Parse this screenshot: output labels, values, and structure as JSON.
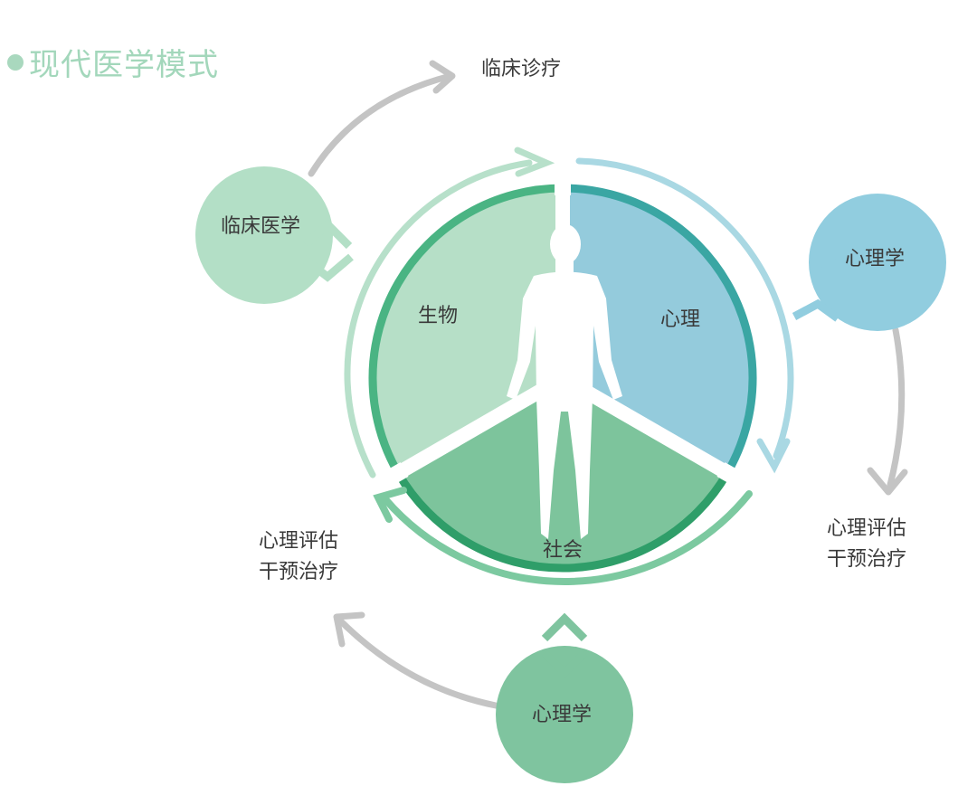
{
  "title": "现代医学模式",
  "sectors": {
    "biology": "生物",
    "psychology": "心理",
    "society": "社会"
  },
  "nodes": {
    "clinical_medicine": "临床医学",
    "psychology_right": "心理学",
    "psychology_bottom": "心理学"
  },
  "outcomes": {
    "clinical_treatment": "临床诊疗",
    "right_line1": "心理评估",
    "right_line2": "干预治疗",
    "left_line1": "心理评估",
    "left_line2": "干预治疗"
  },
  "colors": {
    "title": "#a3d7bb",
    "biology": "#b6dfc7",
    "psychology": "#94cbdc",
    "society": "#7dc49c",
    "ring_green": "#43ac7c",
    "ring_teal": "#3aa6a3",
    "arrow_gray": "#c4c4c4",
    "node_green_light": "#b3dfc6",
    "node_blue": "#91cddf",
    "node_green": "#7fc49f"
  }
}
